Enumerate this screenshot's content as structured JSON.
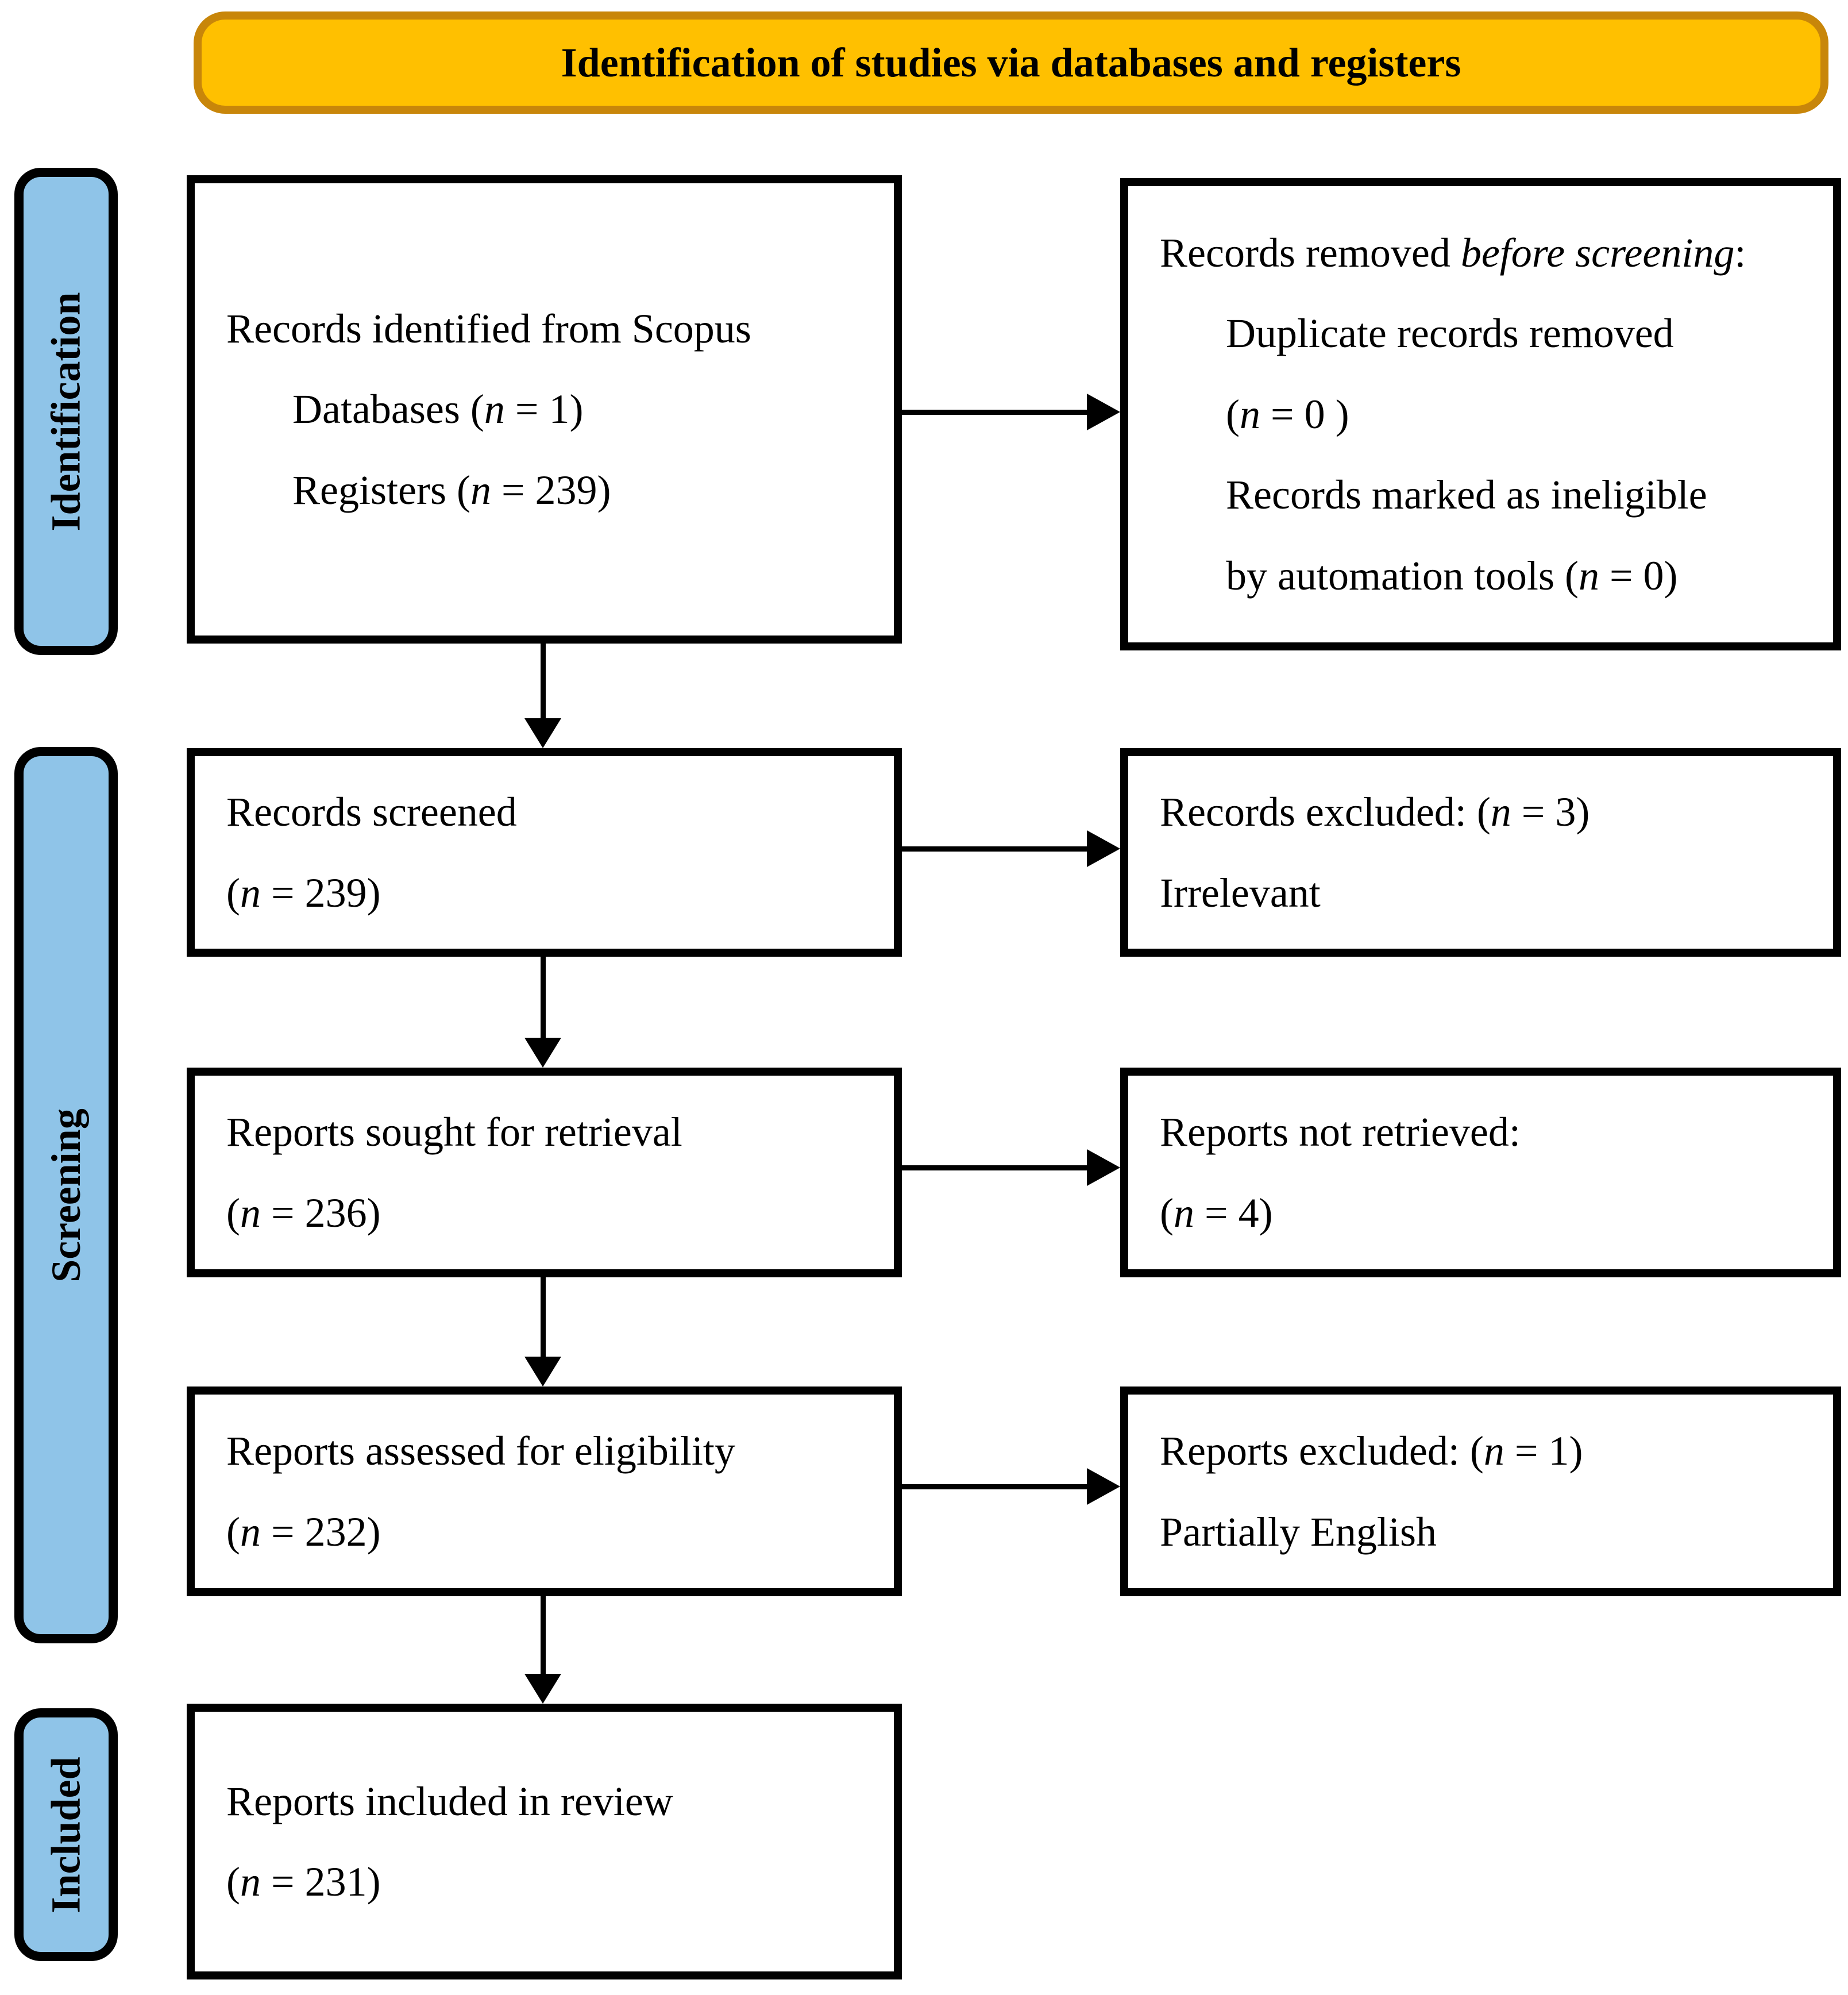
{
  "banner": {
    "label": "Identification of studies via databases and registers"
  },
  "stages": {
    "identification": {
      "label": "Identification"
    },
    "screening": {
      "label": "Screening"
    },
    "included": {
      "label": "Included"
    }
  },
  "flow_boxes": {
    "records_identified": {
      "lines": [
        {
          "indent": 0,
          "segments": [
            {
              "text": "Records identified from Scopus"
            }
          ]
        },
        {
          "indent": 1,
          "segments": [
            {
              "text": "Databases ("
            },
            {
              "text": "n",
              "italic": true
            },
            {
              "text": " = 1)"
            }
          ]
        },
        {
          "indent": 1,
          "segments": [
            {
              "text": "Registers ("
            },
            {
              "text": "n",
              "italic": true
            },
            {
              "text": " = 239)"
            }
          ]
        }
      ]
    },
    "records_removed": {
      "lines": [
        {
          "indent": 0,
          "segments": [
            {
              "text": "Records removed "
            },
            {
              "text": "before screening",
              "italic": true
            },
            {
              "text": ":"
            }
          ]
        },
        {
          "indent": 1,
          "segments": [
            {
              "text": "Duplicate records removed"
            }
          ]
        },
        {
          "indent": 1,
          "segments": [
            {
              "text": "("
            },
            {
              "text": "n",
              "italic": true
            },
            {
              "text": " = 0 )"
            }
          ]
        },
        {
          "indent": 1,
          "segments": [
            {
              "text": "Records marked as ineligible"
            }
          ]
        },
        {
          "indent": 1,
          "segments": [
            {
              "text": "by automation tools ("
            },
            {
              "text": "n",
              "italic": true
            },
            {
              "text": " = 0)"
            }
          ]
        }
      ]
    },
    "records_screened": {
      "lines": [
        {
          "indent": 0,
          "segments": [
            {
              "text": "Records screened"
            }
          ]
        },
        {
          "indent": 0,
          "segments": [
            {
              "text": "("
            },
            {
              "text": "n",
              "italic": true
            },
            {
              "text": " = 239)"
            }
          ]
        }
      ]
    },
    "records_excluded": {
      "lines": [
        {
          "indent": 0,
          "segments": [
            {
              "text": "Records excluded: ("
            },
            {
              "text": "n",
              "italic": true
            },
            {
              "text": " = 3)"
            }
          ]
        },
        {
          "indent": 0,
          "segments": [
            {
              "text": "Irrelevant"
            }
          ]
        }
      ]
    },
    "reports_sought": {
      "lines": [
        {
          "indent": 0,
          "segments": [
            {
              "text": "Reports sought for retrieval"
            }
          ]
        },
        {
          "indent": 0,
          "segments": [
            {
              "text": "("
            },
            {
              "text": "n",
              "italic": true
            },
            {
              "text": " = 236)"
            }
          ]
        }
      ]
    },
    "reports_not_retrieved": {
      "lines": [
        {
          "indent": 0,
          "segments": [
            {
              "text": "Reports not retrieved:"
            }
          ]
        },
        {
          "indent": 0,
          "segments": [
            {
              "text": "("
            },
            {
              "text": "n",
              "italic": true
            },
            {
              "text": " = 4)"
            }
          ]
        }
      ]
    },
    "reports_assessed": {
      "lines": [
        {
          "indent": 0,
          "segments": [
            {
              "text": "Reports assessed for eligibility"
            }
          ]
        },
        {
          "indent": 0,
          "segments": [
            {
              "text": "("
            },
            {
              "text": "n",
              "italic": true
            },
            {
              "text": " = 232)"
            }
          ]
        }
      ]
    },
    "reports_excluded": {
      "lines": [
        {
          "indent": 0,
          "segments": [
            {
              "text": "Reports excluded: ("
            },
            {
              "text": "n",
              "italic": true
            },
            {
              "text": " = 1)"
            }
          ]
        },
        {
          "indent": 0,
          "segments": [
            {
              "text": "Partially English"
            }
          ]
        }
      ]
    },
    "reports_included": {
      "lines": [
        {
          "indent": 0,
          "segments": [
            {
              "text": "Reports included in review"
            }
          ]
        },
        {
          "indent": 0,
          "segments": [
            {
              "text": "("
            },
            {
              "text": "n",
              "italic": true
            },
            {
              "text": " = 231)"
            }
          ]
        }
      ]
    }
  },
  "colors": {
    "banner_fill": "#FFC000",
    "banner_border": "#C8860A",
    "stage_fill": "#8FC4E8",
    "box_border": "#000000",
    "box_fill": "#FFFFFF",
    "text": "#000000"
  }
}
